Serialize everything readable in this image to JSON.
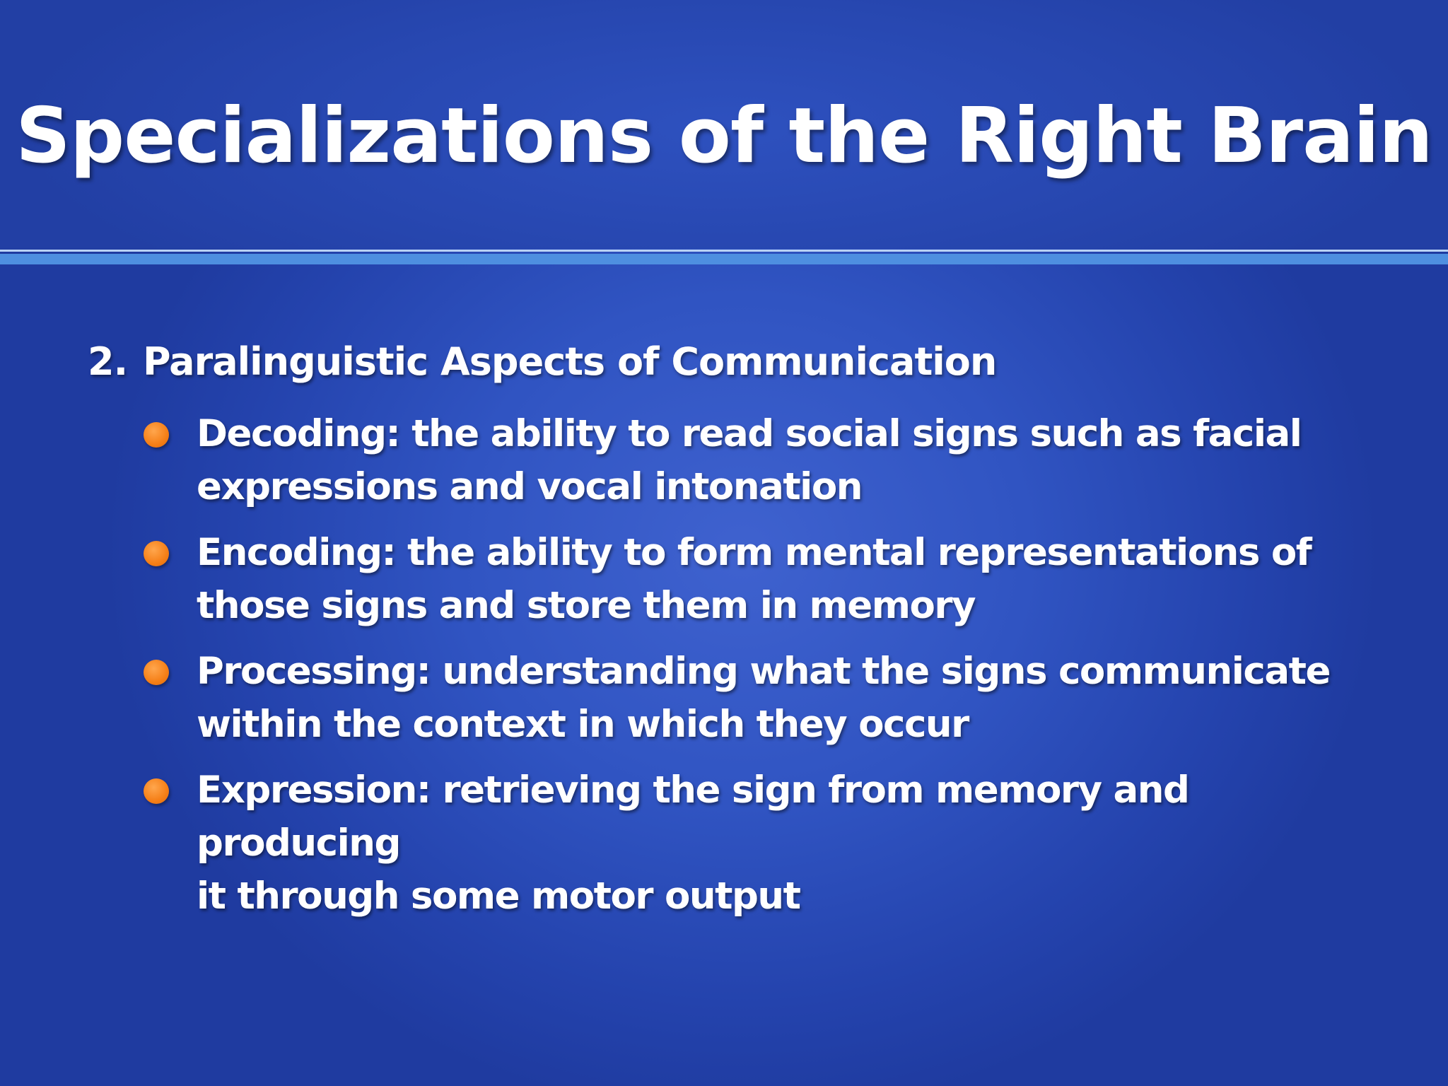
{
  "slide": {
    "title": "Specializations of the Right Brain",
    "section": {
      "number": "2.",
      "heading": "Paralinguistic Aspects of Communication"
    },
    "bullets": [
      {
        "line1": "Decoding: the ability to read social signs such as facial",
        "line2": "expressions and vocal intonation"
      },
      {
        "line1": "Encoding: the ability to form mental representations of",
        "line2": "those signs and store them in memory"
      },
      {
        "line1": "Processing: understanding what the signs communicate",
        "line2": "within the context in which they occur"
      },
      {
        "line1": "Expression: retrieving the sign from memory and producing",
        "line2": "it through some motor output"
      }
    ]
  },
  "colors": {
    "background": "#2d4fbe",
    "title_text": "#ffffff",
    "rule_light": "#b9d2f5",
    "rule_accent": "#4e8fe0",
    "bullet": "#f57f17"
  }
}
